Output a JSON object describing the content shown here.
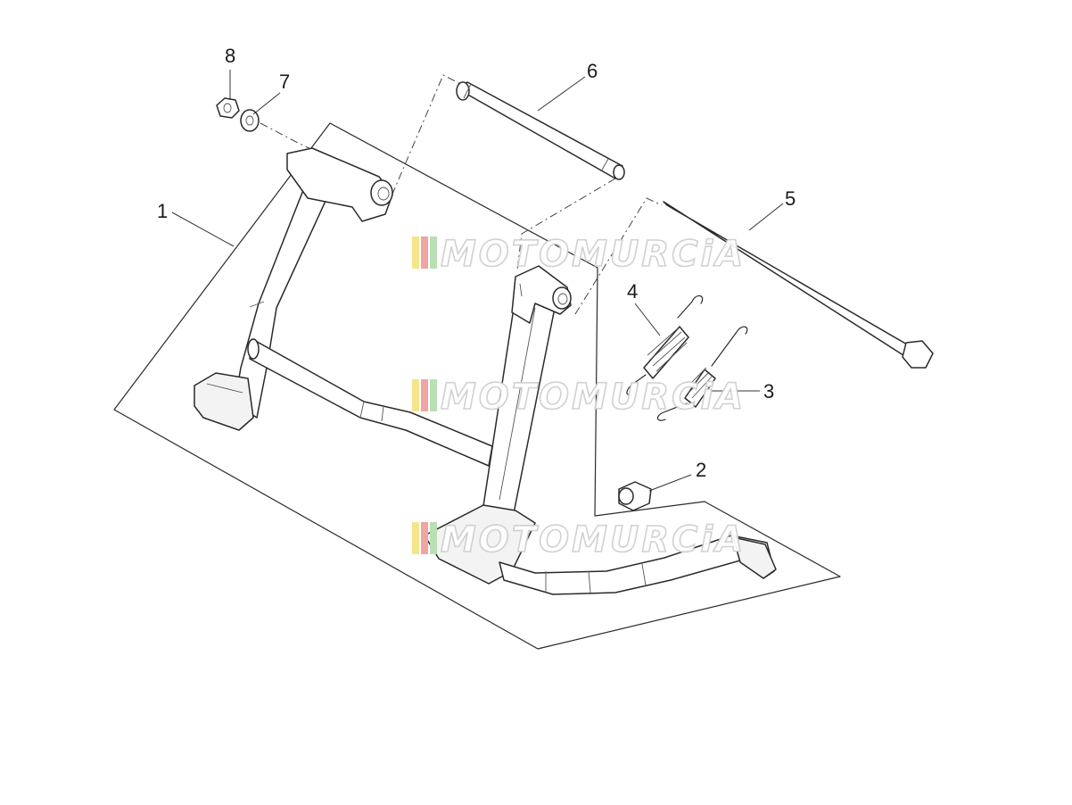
{
  "diagram": {
    "callouts": [
      "1",
      "2",
      "3",
      "4",
      "5",
      "6",
      "7",
      "8"
    ],
    "watermark": {
      "text": "MOTOMURCiA",
      "stripe_colors": [
        "#f5e58a",
        "#f2a3a3",
        "#b9dfb4"
      ]
    }
  }
}
